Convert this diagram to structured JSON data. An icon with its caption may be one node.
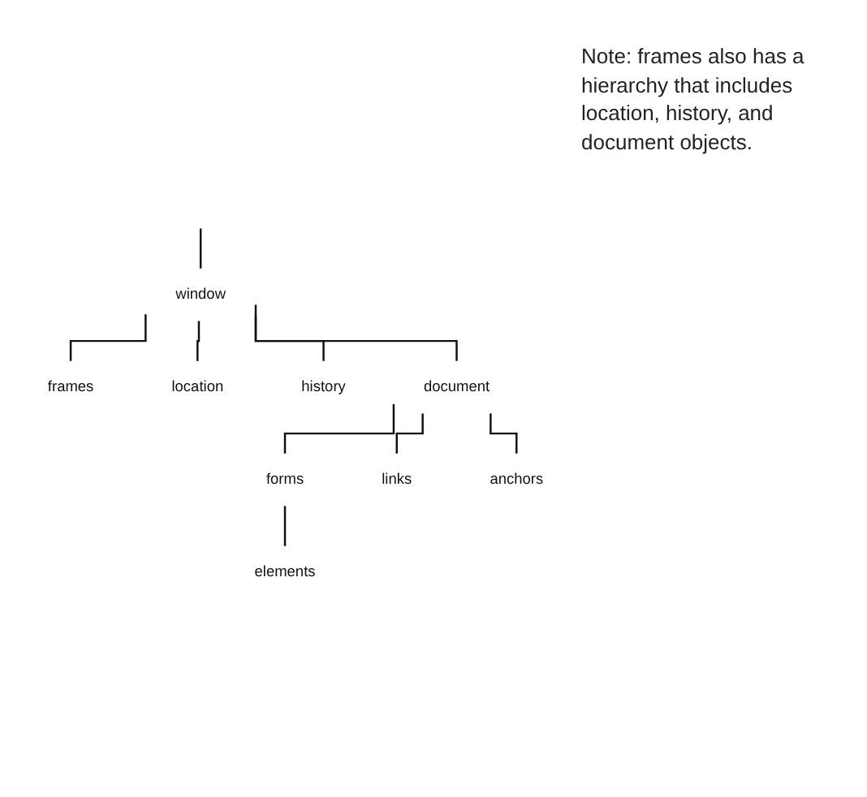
{
  "diagram": {
    "nodes": [
      {
        "text": [
          "window"
        ]
      },
      {
        "text": [
          "frames"
        ]
      },
      {
        "text": [
          "location"
        ]
      },
      {
        "text": [
          "history"
        ]
      },
      {
        "text": [
          "document"
        ]
      },
      {
        "text": [
          "forms"
        ]
      },
      {
        "text": [
          "elements"
        ]
      },
      {
        "text": [
          "links"
        ]
      },
      {
        "text": [
          "anchors"
        ]
      }
    ],
    "edges": [
      {
        "from": null,
        "to": 0,
        "arrow": "none"
      },
      {
        "from": 0,
        "to": 1,
        "arrow": "none"
      },
      {
        "from": 0,
        "to": 2,
        "arrow": "none"
      },
      {
        "from": 0,
        "to": 3,
        "arrow": "none"
      },
      {
        "from": 0,
        "to": 4,
        "arrow": "none"
      },
      {
        "from": 4,
        "to": 5,
        "arrow": "none"
      },
      {
        "from": 5,
        "to": 6,
        "arrow": "none"
      },
      {
        "from": 4,
        "to": 7,
        "arrow": "none"
      },
      {
        "from": 4,
        "to": 8,
        "arrow": "none"
      }
    ],
    "labels": [
      "Note: frames also has a hierarchy that includes location, history, and document objects."
    ]
  }
}
